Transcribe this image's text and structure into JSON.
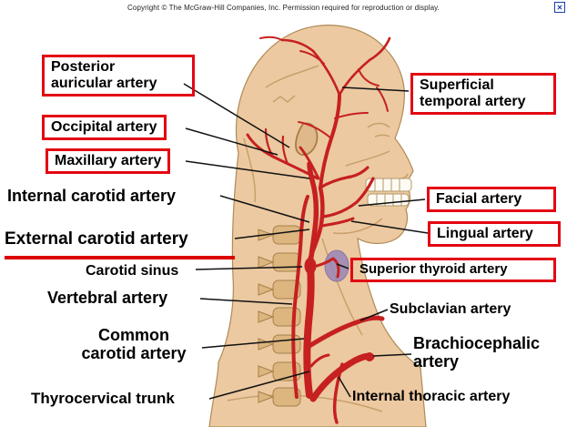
{
  "page": {
    "copyright": "Copyright © The McGraw-Hill Companies, Inc. Permission required for reproduction or display."
  },
  "corner_icon": {
    "glyph": "✕"
  },
  "colors": {
    "highlight_box_red": "#e30613",
    "underline_red": "#dd0000",
    "artery_red": "#c62020",
    "skin_tan": "#ecc9a1",
    "outline_brown": "#b08a54",
    "label_text": "#000000",
    "corner_icon_blue": "#1b3fae"
  },
  "labels": {
    "left": [
      {
        "id": "posterior-auricular",
        "text": "Posterior auricular artery",
        "line1": "Posterior",
        "line2": "auricular artery",
        "boxed": true,
        "underlined": false
      },
      {
        "id": "occipital",
        "text": "Occipital artery",
        "boxed": true,
        "underlined": false
      },
      {
        "id": "maxillary",
        "text": "Maxillary artery",
        "boxed": true,
        "underlined": false
      },
      {
        "id": "internal-carotid",
        "text": "Internal carotid artery",
        "boxed": false,
        "underlined": false
      },
      {
        "id": "external-carotid",
        "text": "External carotid artery",
        "boxed": false,
        "underlined": true
      },
      {
        "id": "carotid-sinus",
        "text": "Carotid sinus",
        "boxed": false,
        "underlined": false
      },
      {
        "id": "vertebral",
        "text": "Vertebral artery",
        "boxed": false,
        "underlined": false
      },
      {
        "id": "common-carotid",
        "text": "Common carotid artery",
        "line1": "Common",
        "line2": "carotid artery",
        "boxed": false,
        "underlined": false
      },
      {
        "id": "thyrocervical",
        "text": "Thyrocervical trunk",
        "boxed": false,
        "underlined": false
      }
    ],
    "right": [
      {
        "id": "superficial-temporal",
        "text": "Superficial temporal artery",
        "line1": "Superficial",
        "line2": "temporal artery",
        "boxed": true,
        "underlined": false
      },
      {
        "id": "facial",
        "text": "Facial artery",
        "boxed": true,
        "underlined": false
      },
      {
        "id": "lingual",
        "text": "Lingual artery",
        "boxed": true,
        "underlined": false
      },
      {
        "id": "superior-thyroid",
        "text": "Superior thyroid artery",
        "boxed": true,
        "underlined": false
      },
      {
        "id": "subclavian",
        "text": "Subclavian artery",
        "boxed": false,
        "underlined": false
      },
      {
        "id": "brachiocephalic",
        "text": "Brachiocephalic artery",
        "line1": "Brachiocephalic",
        "line2": "artery",
        "boxed": false,
        "underlined": false
      },
      {
        "id": "internal-thoracic",
        "text": "Internal thoracic artery",
        "boxed": false,
        "underlined": false
      }
    ]
  }
}
